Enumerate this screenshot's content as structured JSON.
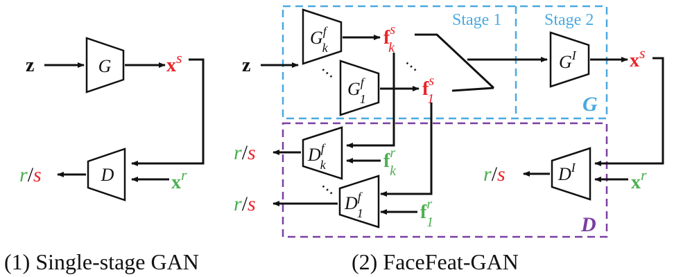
{
  "colors": {
    "black": "#111111",
    "red": "#e8242b",
    "green": "#4caf50",
    "stage_box": "#4aa9e0",
    "d_box": "#7a3ea1"
  },
  "diagram1": {
    "input": "z",
    "generator": "G",
    "fake_output": "x",
    "fake_sup": "s",
    "discriminator": "D",
    "real_input": "x",
    "real_sup": "r",
    "result_r": "r",
    "result_slash": "/",
    "result_s": "s",
    "caption": "(1) Single-stage GAN"
  },
  "diagram2": {
    "input": "z",
    "stage1_label": "Stage 1",
    "stage2_label": "Stage 2",
    "g_group_label": "G",
    "d_group_label": "D",
    "gk": {
      "base": "G",
      "sup": "f",
      "sub": "k"
    },
    "g1": {
      "base": "G",
      "sup": "f",
      "sub": "1"
    },
    "fks": {
      "base": "f",
      "sup": "s",
      "sub": "k"
    },
    "f1s": {
      "base": "f",
      "sup": "s",
      "sub": "1"
    },
    "gi": {
      "base": "G",
      "sup": "I"
    },
    "fake_output": "x",
    "fake_sup": "s",
    "dk": {
      "base": "D",
      "sup": "f",
      "sub": "k"
    },
    "d1": {
      "base": "D",
      "sup": "f",
      "sub": "1"
    },
    "fkr": {
      "base": "f",
      "sup": "r",
      "sub": "k"
    },
    "f1r": {
      "base": "f",
      "sup": "r",
      "sub": "1"
    },
    "di": {
      "base": "D",
      "sup": "I"
    },
    "real_input": "x",
    "real_sup": "r",
    "result_r": "r",
    "result_slash": "/",
    "result_s": "s",
    "caption": "(2) FaceFeat-GAN"
  }
}
